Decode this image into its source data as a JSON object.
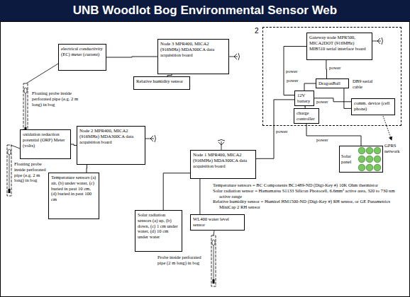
{
  "diagram": {
    "title": "UNB Woodlot Bog Environmental Sensor Web",
    "nodes": [
      {
        "text": [
          "electrical conductivity (EC) meter (current)"
        ]
      },
      {
        "text": [
          "Node 3 MPR400, MICA2 (916MHz) MDA300CA data acquisition board"
        ]
      },
      {
        "text": [
          "Relative humidity sensor"
        ]
      },
      {
        "text": [
          "oxidation reduction potential (ORP) Meter (volts)"
        ]
      },
      {
        "text": [
          "Node 2 MPR400, MICA2 (916MHz) MDA300CA data acquisition board"
        ]
      },
      {
        "text": [
          "Temperature sensors (a) air, (b) under water, (c) buried in peat 10 cm, (d) buried in peat 100 cm"
        ]
      },
      {
        "text": [
          "Node 1 MPR400, MICA2 (916MHz) MDA300CA data acquisition board"
        ]
      },
      {
        "text": [
          "Solar radiation sensors (a) up, (b) down, (c) 1 cm under water, (d) 10 cm under water"
        ]
      },
      {
        "text": [
          "WL400 water level sensor"
        ]
      },
      {
        "text": [
          "2"
        ]
      },
      {
        "text": [
          "Gateway node MPR500, MICA2DOT (916MHz) MIB510 serial interface board"
        ],
        "in": 9
      },
      {
        "text": [
          "DragonBall"
        ],
        "in": 9
      },
      {
        "text": [
          "12V battery"
        ],
        "in": 9
      },
      {
        "text": [
          "comm. device (cell phone)"
        ],
        "in": 9
      },
      {
        "text": [
          "charge controller"
        ],
        "in": 9
      },
      {
        "text": [
          "Solar panel"
        ]
      }
    ],
    "edges": [
      {
        "from": 0,
        "to": 1,
        "arrow": "none"
      },
      {
        "from": 1,
        "to": 2,
        "arrow": "none"
      },
      {
        "from": 3,
        "to": 4,
        "arrow": "none"
      },
      {
        "from": 4,
        "to": 5,
        "arrow": "none"
      },
      {
        "from": 6,
        "to": 7,
        "arrow": "none"
      },
      {
        "from": 6,
        "to": 8,
        "arrow": "none"
      },
      {
        "from": 10,
        "to": 11,
        "arrow": "none"
      },
      {
        "from": 11,
        "to": 13,
        "arrow": "none"
      },
      {
        "from": 12,
        "to": 11,
        "arrow": "none"
      },
      {
        "from": 12,
        "to": 13,
        "arrow": "none"
      },
      {
        "from": 12,
        "to": 14,
        "arrow": "none"
      },
      {
        "from": 14,
        "to": 15,
        "arrow": "none"
      },
      {
        "from": 12,
        "to": 10,
        "arrow": "none"
      },
      {
        "from": 6,
        "to": 12,
        "arrow": "none"
      }
    ],
    "labels": [
      "Floating probe inside perforated pipe (e.g. 2 m long) in bog",
      "Floating probe inside perforated pipe (e.g. 2 m long) in bog",
      "Probe inside perforated pipe (2 m long) in bog",
      "DB9 serial cable",
      "GPRS network",
      "power",
      "power",
      "power",
      "power",
      "power",
      "power",
      "Temperature sensors = BC Components BC1489-ND (Digi-Key #) 10K Ohm thermistor",
      "Solar radiation sensor = Hamamatsu S1133 Silicon Photocell, 6.6mm² active area, 320 to 730 nm active range",
      "Relative humidity sensor = Humirel HM1500-ND (Digi-Key #) RH sensor, or GE Panametrics MiniCap 2 RH sensor"
    ]
  }
}
